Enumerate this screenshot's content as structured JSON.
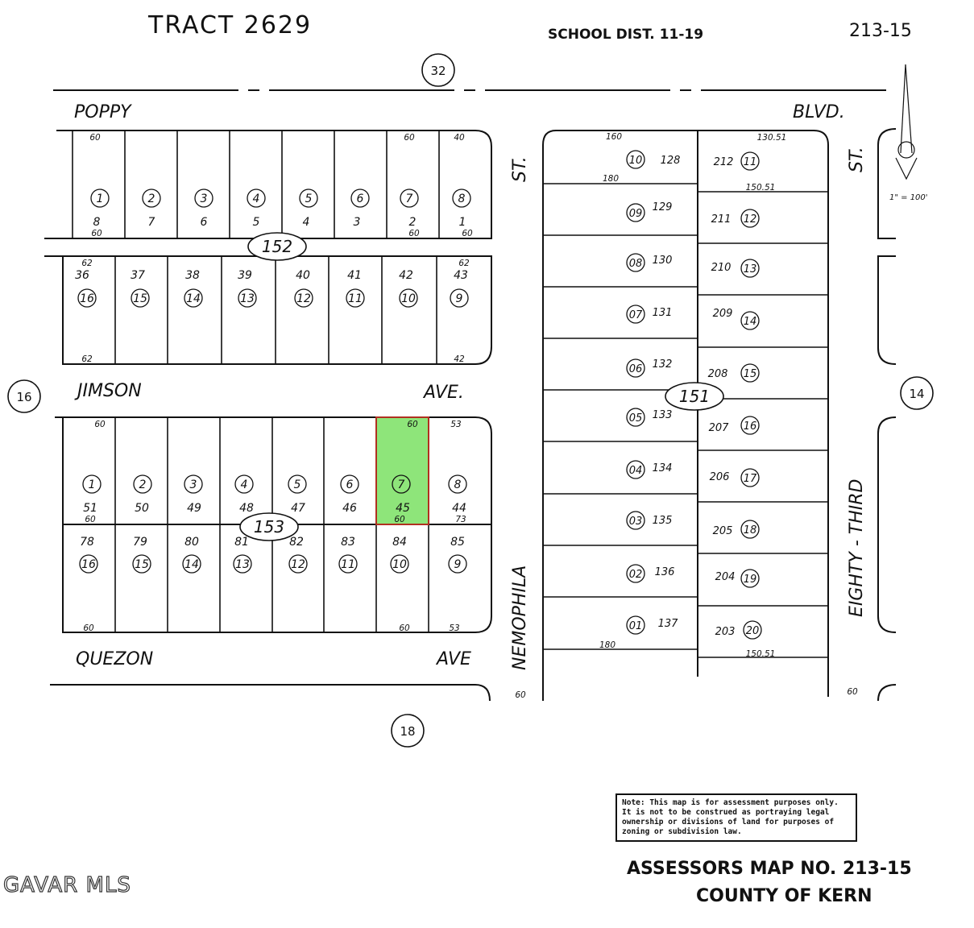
{
  "header": {
    "tract": "TRACT 2629",
    "school_dist": "SCHOOL DIST. 11-19",
    "map_code": "213-15",
    "section_32": "32",
    "section_16": "16",
    "section_14": "14",
    "section_18": "18",
    "scale": "1\" = 100'"
  },
  "streets": {
    "poppy": "POPPY",
    "blvd": "BLVD.",
    "jimson": "JIMSON",
    "jimson_ave": "AVE.",
    "quezon": "QUEZON",
    "quezon_ave": "AVE",
    "nemophila": "NEMOPHILA",
    "st": "ST.",
    "eighty_third": "EIGHTY - THIRD",
    "st2": "ST."
  },
  "blocks": {
    "b152": "152",
    "b153": "153",
    "b151": "151"
  },
  "highlight_color": "#8ee57a",
  "note": "Note: This map is for assessment purposes only. It is not to be construed as portraying legal ownership or divisions of land for purposes of zoning or subdivision law.",
  "footer": {
    "title": "ASSESSORS MAP NO. 213-15",
    "county": "COUNTY OF KERN"
  },
  "watermark": "GAVAR MLS"
}
